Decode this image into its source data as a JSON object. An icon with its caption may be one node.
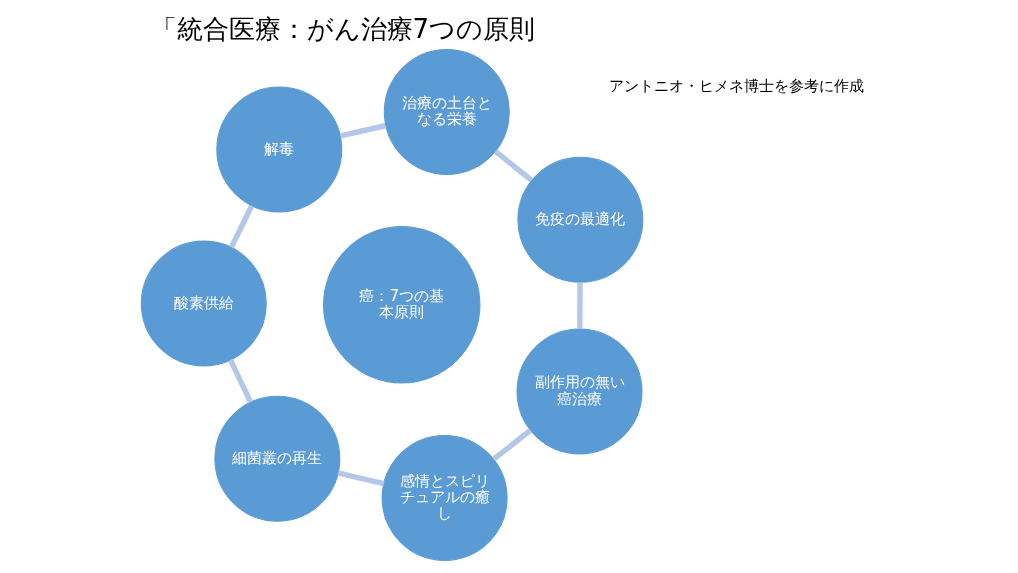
{
  "diagram": {
    "title": "「統合医療：がん治療7つの原則",
    "nodes": [
      {
        "text": [
          "癌：7つの基本原則"
        ]
      },
      {
        "text": [
          "副作用の無い癌治療"
        ]
      },
      {
        "text": [
          "免疫の最適化"
        ]
      },
      {
        "text": [
          "治療の土台となる栄養"
        ]
      },
      {
        "text": [
          "解毒"
        ]
      },
      {
        "text": [
          "酸素供給"
        ]
      },
      {
        "text": [
          "細菌叢の再生"
        ]
      },
      {
        "text": [
          "感情とスピリチュアルの癒し"
        ]
      }
    ],
    "edges": [
      {
        "from": 1,
        "to": 2,
        "arrow": "none"
      },
      {
        "from": 2,
        "to": 3,
        "arrow": "none"
      },
      {
        "from": 3,
        "to": 4,
        "arrow": "none"
      },
      {
        "from": 4,
        "to": 5,
        "arrow": "none"
      },
      {
        "from": 5,
        "to": 6,
        "arrow": "none"
      },
      {
        "from": 6,
        "to": 7,
        "arrow": "none"
      },
      {
        "from": 7,
        "to": 1,
        "arrow": "none"
      }
    ],
    "labels": [
      "アントニオ・ヒメネ博士を参考に作成"
    ]
  }
}
